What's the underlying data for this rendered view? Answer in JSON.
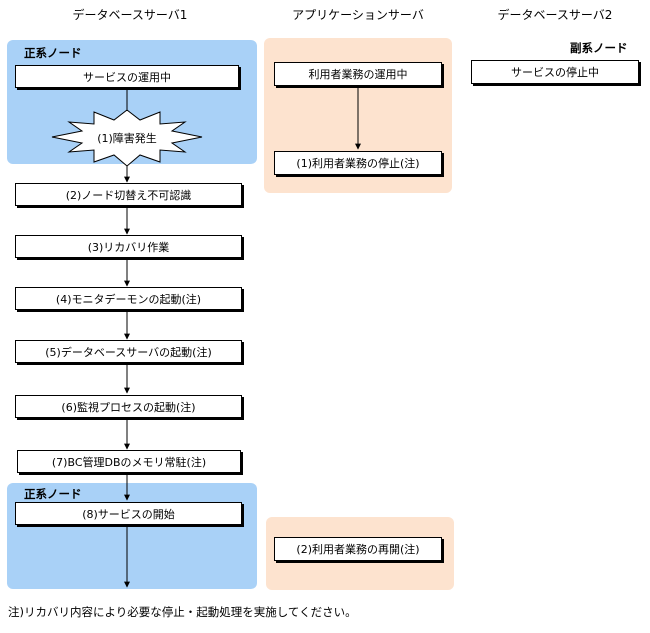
{
  "columns": {
    "db1": "データベースサーバ1",
    "app": "アプリケーションサーバ",
    "db2": "データベースサーバ2"
  },
  "node_labels": {
    "primary_top": "正系ノード",
    "secondary": "副系ノード",
    "primary_bottom": "正系ノード"
  },
  "db1_steps": {
    "running": "サービスの運用中",
    "failure": "(1)障害発生",
    "s2": "(2)ノード切替え不可認識",
    "s3": "(3)リカバリ作業",
    "s4": "(4)モニタデーモンの起動(注)",
    "s5": "(5)データベースサーバの起動(注)",
    "s6": "(6)監視プロセスの起動(注)",
    "s7": "(7)BC管理DBのメモリ常駐(注)",
    "s8": "(8)サービスの開始"
  },
  "app_steps": {
    "running": "利用者業務の運用中",
    "stop": "(1)利用者業務の停止(注)",
    "resume": "(2)利用者業務の再開(注)"
  },
  "db2_steps": {
    "stopped": "サービスの停止中"
  },
  "note": "注)リカバリ内容により必要な停止・起動処理を実施してください。"
}
